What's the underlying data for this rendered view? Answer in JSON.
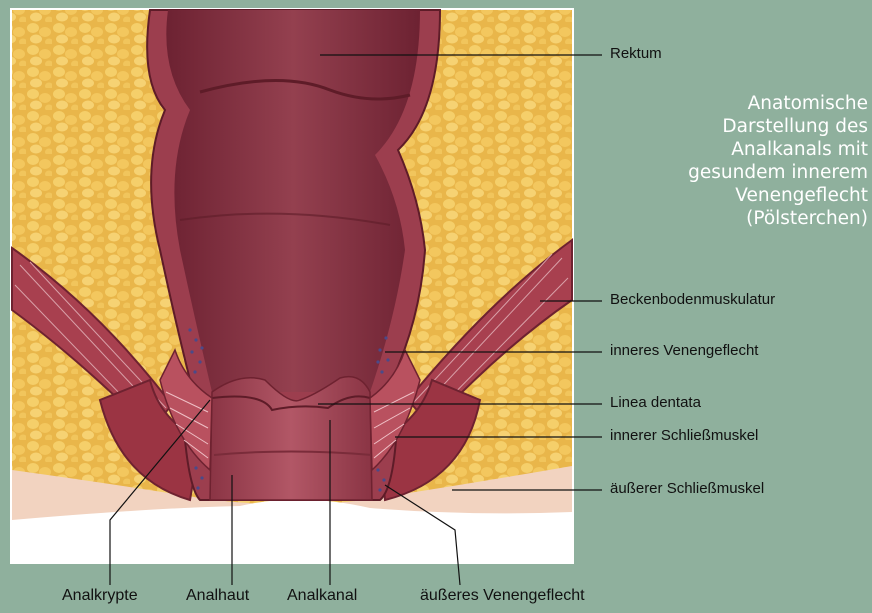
{
  "caption": {
    "lines": [
      "Anatomische",
      "Darstellung des",
      "Analkanals mit",
      "gesundem innerem",
      "Venengeflecht",
      "(Pölsterchen)"
    ]
  },
  "labels_right": {
    "rektum": "Rektum",
    "beckenboden": "Beckenbodenmuskulatur",
    "inneres_venengeflecht": "inneres Venengeflecht",
    "linea_dentata": "Linea dentata",
    "innerer_schliessmuskel": "innerer Schließmuskel",
    "aeusserer_schliessmuskel": "äußerer Schließmuskel"
  },
  "labels_bottom": {
    "analkrypte": "Analkrypte",
    "analhaut": "Analhaut",
    "analkanal": "Analkanal",
    "aeusseres_venengeflecht": "äußeres Venengeflecht"
  },
  "colors": {
    "background": "#8fb09d",
    "fat_tissue": "#e9b64a",
    "rectum_wall": "#9c3e4e",
    "rectum_inner": "#7d2a3a",
    "muscle": "#a8404f",
    "skin": "#f2d3c0"
  }
}
